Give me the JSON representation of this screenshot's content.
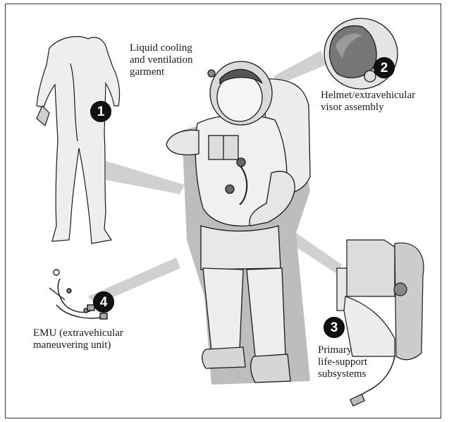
{
  "labels": {
    "cooling_garment": "Liquid cooling\nand ventilation\ngarment",
    "helmet": "Helmet/extravehicular\nvisor assembly",
    "emu": "EMU (extravehicular\nmaneuvering unit)",
    "life_support": "Primary\nlife-support\nsubsystems"
  },
  "badges": {
    "one": "1",
    "two": "2",
    "three": "3",
    "four": "4"
  },
  "colors": {
    "outline": "#1a1a1a",
    "suit_light": "#efefef",
    "suit_mid": "#d4d4d4",
    "shadow": "#bdbdbd",
    "pointer": "#cfcfcf"
  }
}
